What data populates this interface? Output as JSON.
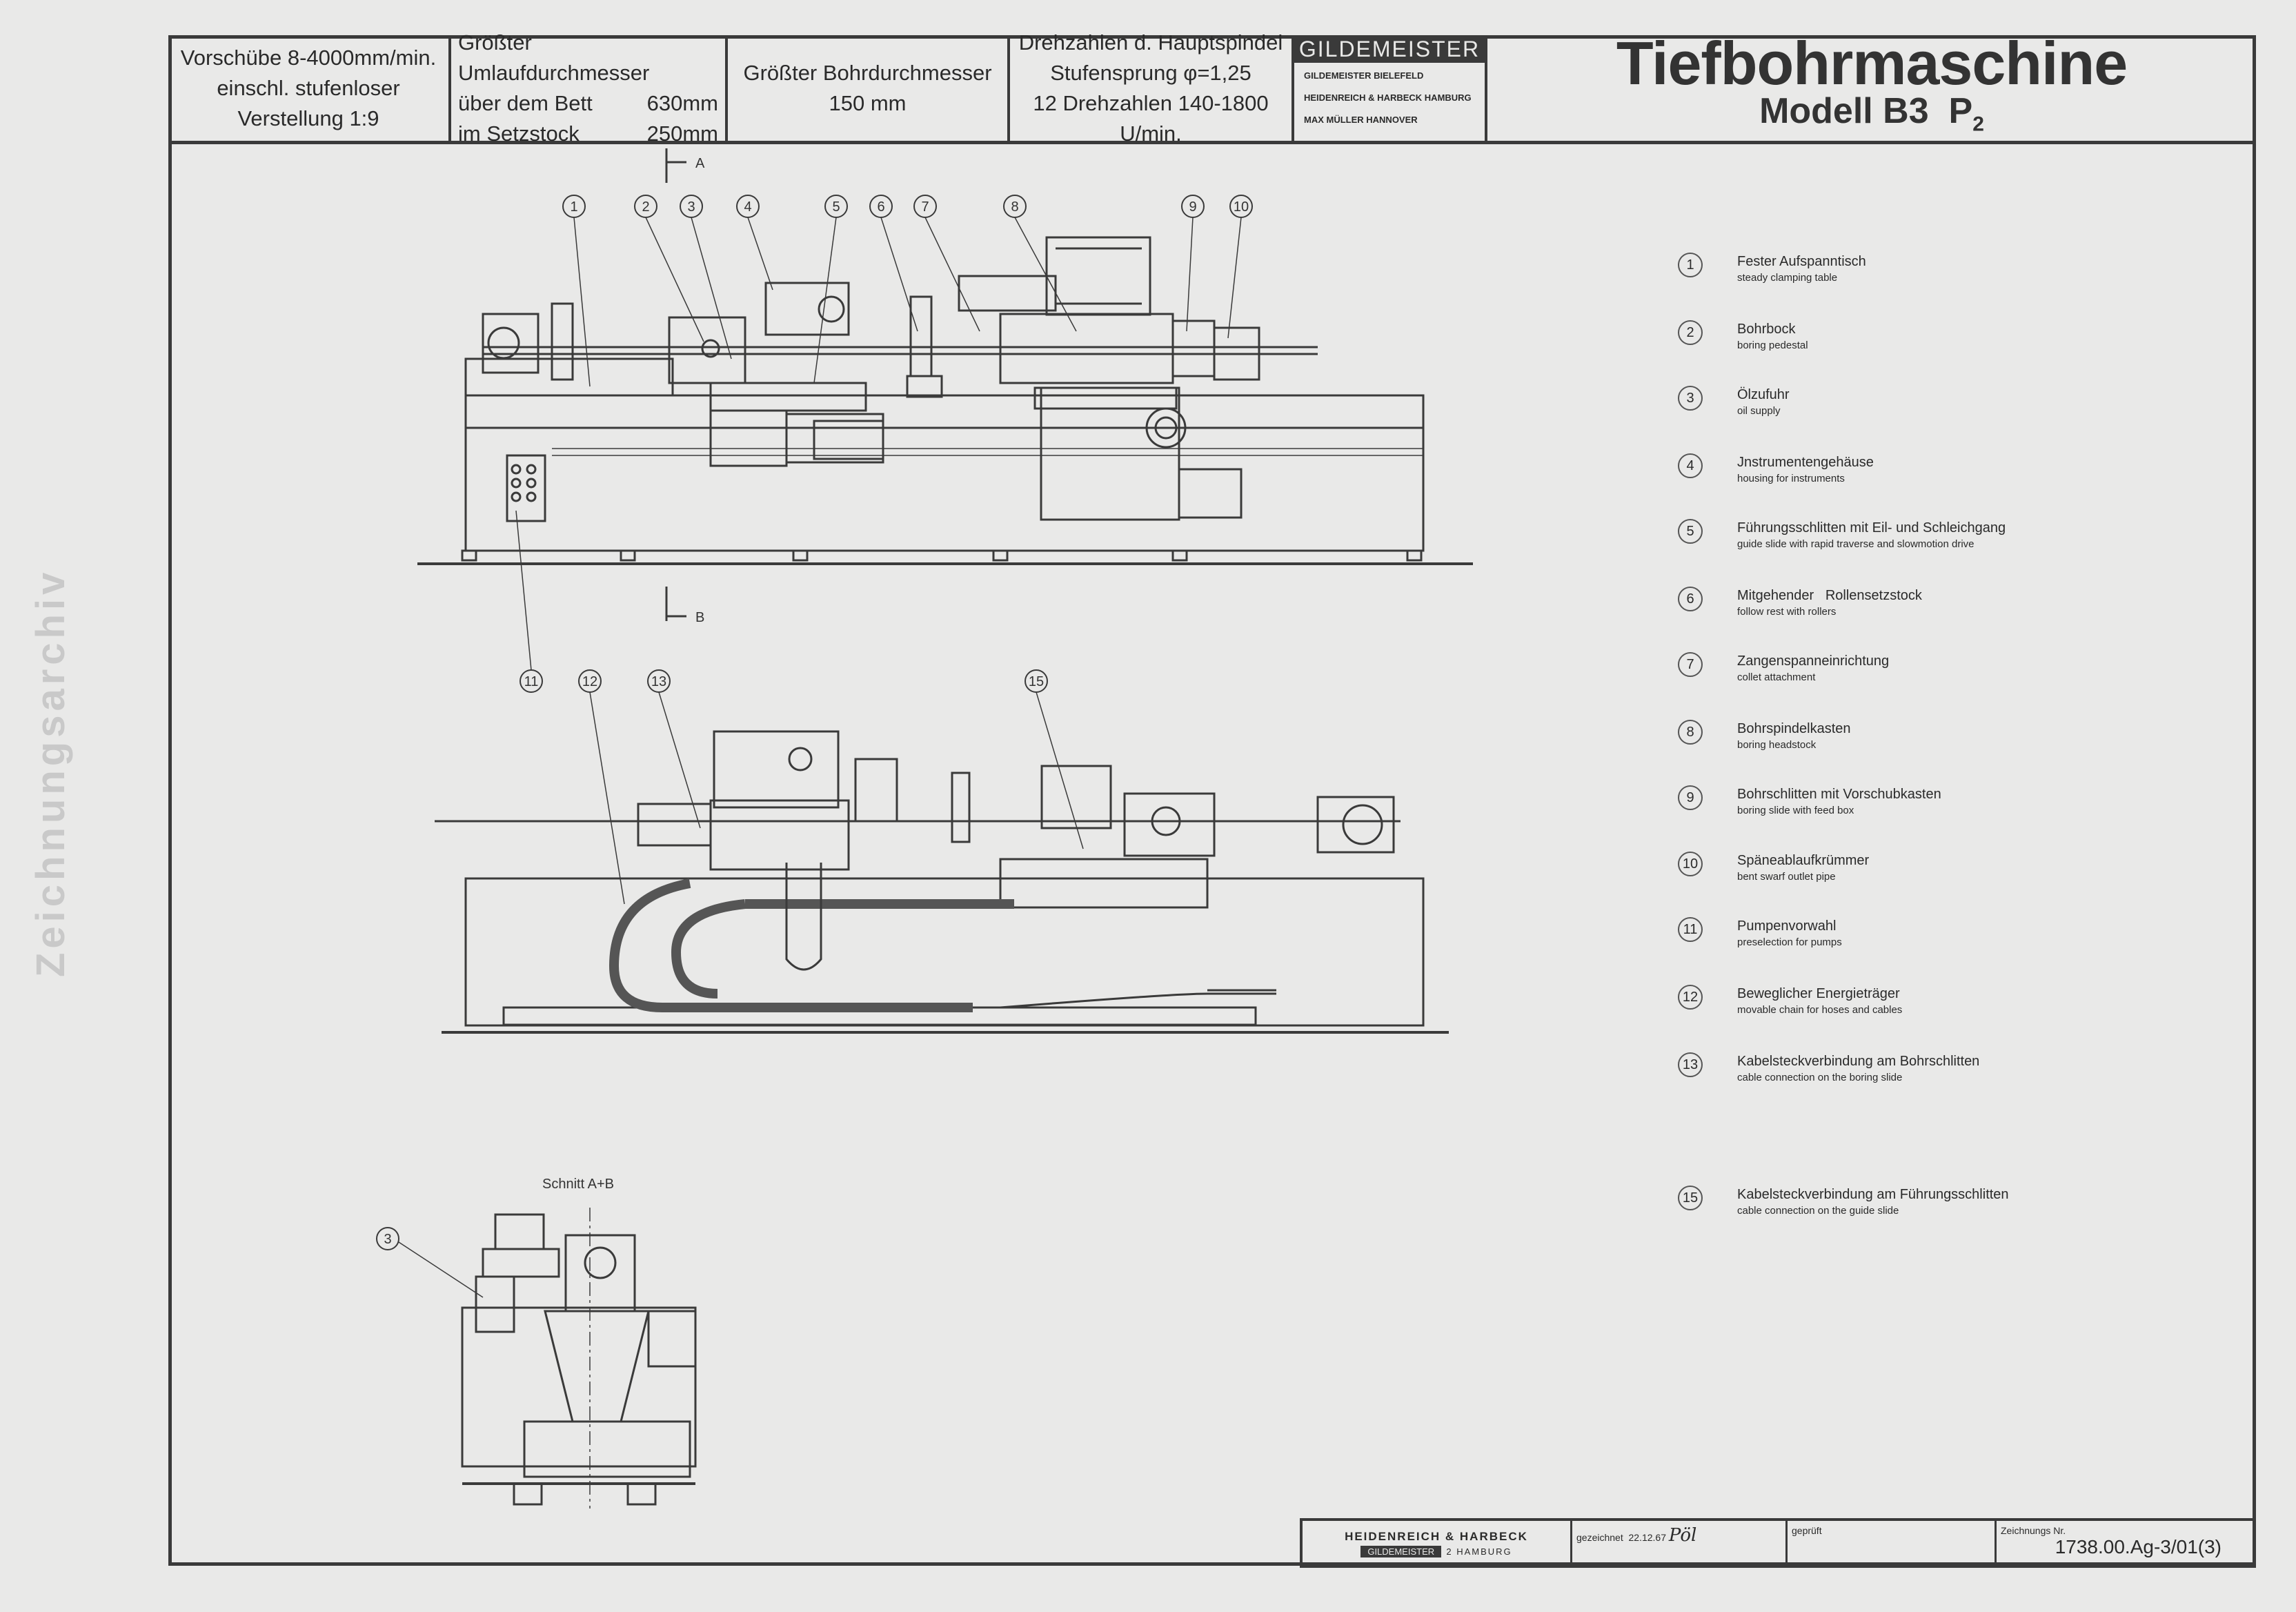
{
  "header": {
    "feeds": [
      "Vorschübe 8-4000mm/min.",
      "einschl. stufenloser",
      "Verstellung 1:9"
    ],
    "swing": {
      "title": "Größter Umlaufdurchmesser",
      "over_bed_label": "über dem Bett",
      "over_bed_value": "630mm",
      "in_rest_label": "im Setzstock",
      "in_rest_value": "250mm"
    },
    "bore": {
      "title": "Größter Bohrdurchmesser",
      "value": "150 mm"
    },
    "speeds": [
      "Drehzahlen d. Hauptspindel",
      "Stufensprung φ=1,25",
      "12 Drehzahlen 140-1800 U/min."
    ],
    "maker": {
      "brand": "GILDEMEISTER",
      "lines": [
        "GILDEMEISTER BIELEFELD",
        "HEIDENREICH & HARBECK HAMBURG",
        "MAX MÜLLER HANNOVER"
      ]
    },
    "title": "Tiefbohrmaschine",
    "model": "Modell B3",
    "model_suffix": "P",
    "model_sub": "2"
  },
  "drawing": {
    "section_a": "A",
    "section_b": "B",
    "section_title": "Schnitt A+B",
    "callouts_top": [
      "1",
      "2",
      "3",
      "4",
      "5",
      "6",
      "7",
      "8",
      "9",
      "10"
    ],
    "callouts_mid": [
      "11",
      "12",
      "13",
      "15"
    ],
    "callout_section": "3"
  },
  "legend": [
    {
      "num": "1",
      "de": "Fester Aufspanntisch",
      "en": "steady clamping table"
    },
    {
      "num": "2",
      "de": "Bohrbock",
      "en": "boring pedestal"
    },
    {
      "num": "3",
      "de": "Ölzufuhr",
      "en": "oil supply"
    },
    {
      "num": "4",
      "de": "Jnstrumentengehäuse",
      "en": "housing for instruments"
    },
    {
      "num": "5",
      "de": "Führungsschlitten mit Eil- und Schleichgang",
      "en": "guide slide with rapid traverse and slowmotion drive"
    },
    {
      "num": "6",
      "de": "Mitgehender   Rollensetzstock",
      "en": "follow rest with rollers"
    },
    {
      "num": "7",
      "de": "Zangenspanneinrichtung",
      "en": "collet attachment"
    },
    {
      "num": "8",
      "de": "Bohrspindelkasten",
      "en": "boring headstock"
    },
    {
      "num": "9",
      "de": "Bohrschlitten mit Vorschubkasten",
      "en": "boring slide with feed box"
    },
    {
      "num": "10",
      "de": "Späneablaufkrümmer",
      "en": "bent swarf outlet pipe"
    },
    {
      "num": "11",
      "de": "Pumpenvorwahl",
      "en": "preselection for pumps"
    },
    {
      "num": "12",
      "de": "Beweglicher Energieträger",
      "en": "movable chain for hoses and cables"
    },
    {
      "num": "13",
      "de": "Kabelsteckverbindung am Bohrschlitten",
      "en": "cable connection on the boring slide"
    },
    {
      "num": "15",
      "de": "Kabelsteckverbindung am Führungsschlitten",
      "en": "cable connection on the guide slide"
    }
  ],
  "title_block": {
    "company": "HEIDENREICH & HARBECK",
    "brand": "GILDEMEISTER",
    "city": "2 HAMBURG",
    "drawn_label": "gezeichnet",
    "drawn_date": "22.12.67",
    "drawn_sign": "Pöl",
    "checked_label": "geprüft",
    "drawing_no_label": "Zeichnungs Nr.",
    "drawing_no": "1738.00.Ag-3/01(3)"
  },
  "watermark": "Zeichnungsarchiv"
}
